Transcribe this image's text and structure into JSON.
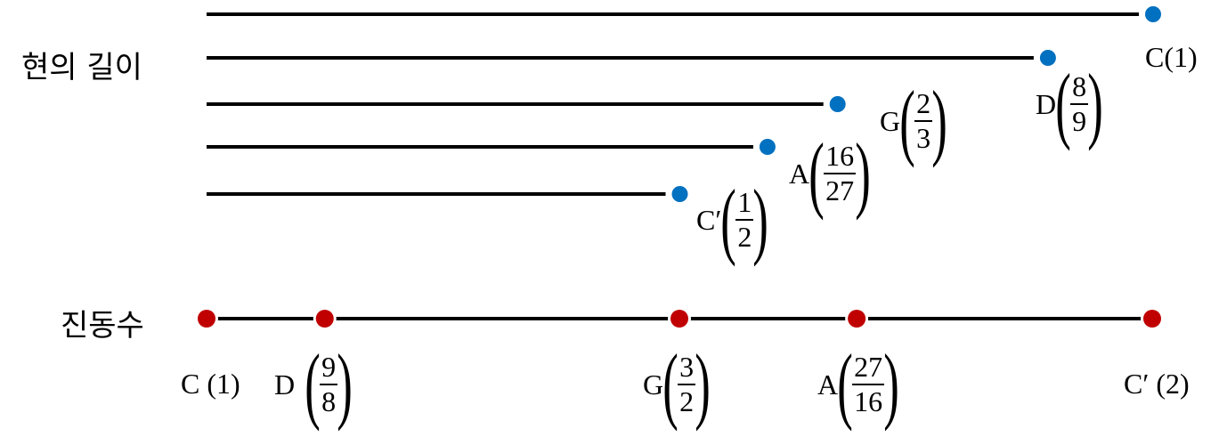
{
  "labels": {
    "length": "현의 길이",
    "frequency": "진동수"
  },
  "colors": {
    "length_dot": "#0070c0",
    "frequency_dot": "#c00000",
    "line": "#000000"
  },
  "string_lengths": [
    {
      "note": "C",
      "ratio": 1,
      "num": "1",
      "text": "C(1)"
    },
    {
      "note": "D",
      "ratio": 0.8889,
      "num": "8",
      "den": "9"
    },
    {
      "note": "G",
      "ratio": 0.6667,
      "num": "2",
      "den": "3"
    },
    {
      "note": "A",
      "ratio": 0.5926,
      "num": "16",
      "den": "27"
    },
    {
      "note": "C′",
      "ratio": 0.5,
      "num": "1",
      "den": "2"
    }
  ],
  "frequencies": [
    {
      "note": "C",
      "ratio": 1,
      "text": "C (1)"
    },
    {
      "note": "D",
      "ratio": 1.125,
      "num": "9",
      "den": "8"
    },
    {
      "note": "G",
      "ratio": 1.5,
      "num": "3",
      "den": "2"
    },
    {
      "note": "A",
      "ratio": 1.6875,
      "num": "27",
      "den": "16"
    },
    {
      "note": "C′",
      "ratio": 2,
      "text": "C′ (2)"
    }
  ]
}
